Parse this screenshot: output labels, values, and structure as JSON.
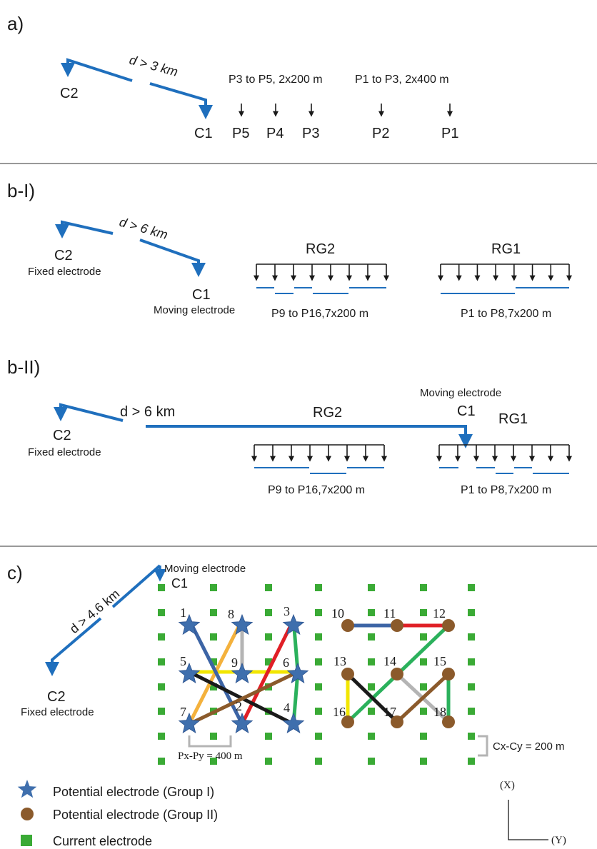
{
  "panels": {
    "a": {
      "label": "a)",
      "distance": "d > 3 km",
      "c2": "C2",
      "c1": "C1",
      "spacing_left": "P3 to P5, 2x200 m",
      "spacing_right": "P1 to P3, 2x400 m",
      "potentials": [
        "P5",
        "P4",
        "P3",
        "P2",
        "P1"
      ]
    },
    "b1": {
      "label": "b-I)",
      "distance": "d > 6 km",
      "c2": "C2",
      "c2_note": "Fixed electrode",
      "c1": "C1",
      "c1_note": "Moving electrode",
      "rg2": "RG2",
      "rg1": "RG1",
      "rg2_range": "P9 to P16,7x200 m",
      "rg1_range": "P1 to P8,7x200 m"
    },
    "b2": {
      "label": "b-II)",
      "distance": "d > 6 km",
      "c2": "C2",
      "c2_note": "Fixed electrode",
      "c1_note": "Moving electrode",
      "c1": "C1",
      "rg2": "RG2",
      "rg1": "RG1",
      "rg2_range": "P9 to P16,7x200 m",
      "rg1_range": "P1 to P8,7x200 m"
    },
    "c": {
      "label": "c)",
      "distance": "d > 4.6 km",
      "c1_note": "Moving electrode",
      "c1": "C1",
      "c2": "C2",
      "c2_note": "Fixed electrode",
      "group1_numbers": [
        "1",
        "8",
        "3",
        "5",
        "9",
        "6",
        "7",
        "2",
        "4"
      ],
      "group2_numbers": [
        "10",
        "11",
        "12",
        "13",
        "14",
        "15",
        "16",
        "17",
        "18"
      ],
      "px_py": "Px-Py = 400 m",
      "cx_cy": "Cx-Cy = 200 m",
      "axis_x": "(X)",
      "axis_y": "(Y)"
    }
  },
  "legend": {
    "star": "Potential electrode (Group I)",
    "circle": "Potential electrode (Group II)",
    "square": "Current electrode"
  },
  "colors": {
    "wire": "#1f6fbd",
    "star": "#3f6fad",
    "circle": "#8b5a2b",
    "square": "#3aaa35",
    "yellow": "#f2e600",
    "orange": "#f4b13c",
    "red": "#e01f26",
    "green": "#2bb15c",
    "black": "#1a1a1a",
    "gray": "#b4b4b4",
    "brown": "#8b5a2b",
    "blue": "#3c64a5"
  }
}
